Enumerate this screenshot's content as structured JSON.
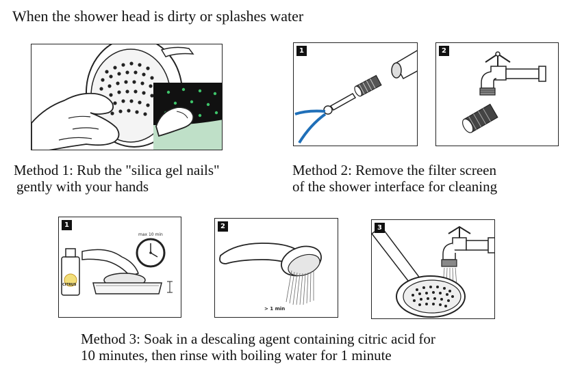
{
  "title": "When the shower head is dirty or splashes water",
  "method1": {
    "line1": "Method 1: Rub the \"silica gel nails\"",
    "line2": "gently with your hands"
  },
  "method2": {
    "line1": "Method 2: Remove the filter screen",
    "line2": "of the shower interface for cleaning",
    "step1_badge": "1",
    "step2_badge": "2"
  },
  "method3": {
    "line1": "Method 3: Soak in a descaling agent containing citric acid for",
    "line2": "10 minutes, then rinse with boiling water for 1 minute",
    "step1_badge": "1",
    "step2_badge": "2",
    "step3_badge": "3",
    "clock_label": "max 10 min",
    "bottle_label": "CITRUS",
    "rinse_label": "> 1 min"
  },
  "colors": {
    "outline": "#222222",
    "pliers_blue": "#1f6fb8",
    "mint": "#bfe0c8",
    "dot_green": "#3ec46a",
    "badge_bg": "#111111"
  }
}
